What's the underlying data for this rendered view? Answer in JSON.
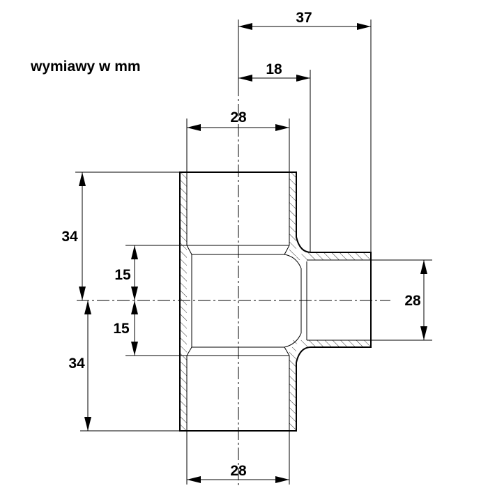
{
  "title": "wymiawy w mm",
  "dimensions": {
    "overall_branch_length": "37",
    "branch_offset": "18",
    "top_width": "28",
    "bottom_width": "28",
    "branch_diameter": "28",
    "upper_half_height": "34",
    "lower_half_height": "34",
    "upper_inner_depth": "15",
    "lower_inner_depth": "15"
  }
}
